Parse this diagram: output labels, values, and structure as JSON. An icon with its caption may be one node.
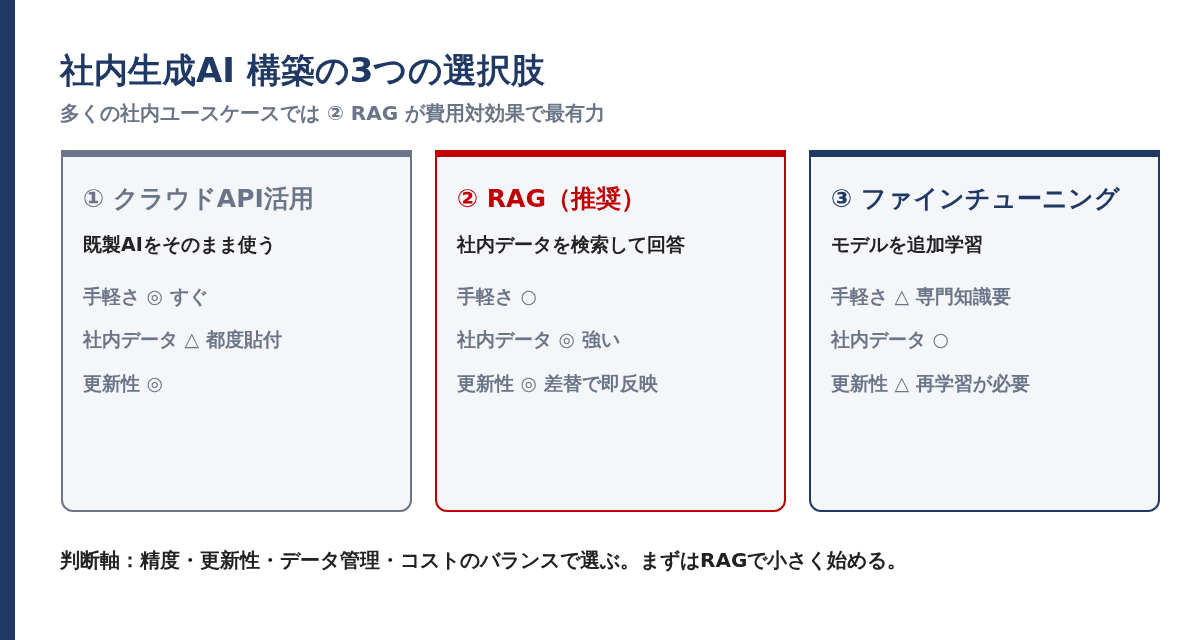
{
  "diagram": {
    "title": "社内生成AI 構築の3つの選択肢",
    "nodes": [
      {
        "text": [
          "① クラウドAPI活用",
          "既製AIをそのまま使う",
          "手軽さ ◎ すぐ",
          "社内データ △ 都度貼付",
          "更新性 ◎"
        ]
      },
      {
        "text": [
          "② RAG（推奨）",
          "社内データを検索して回答",
          "手軽さ ○",
          "社内データ ◎ 強い",
          "更新性 ◎ 差替で即反映"
        ]
      },
      {
        "text": [
          "③ ファインチューニング",
          "モデルを追加学習",
          "手軽さ △ 専門知識要",
          "社内データ ○",
          "更新性 △ 再学習が必要"
        ]
      }
    ],
    "labels": [
      "多くの社内ユースケースでは ② RAG が費用対効果で最有力"
    ],
    "caption": "判断軸：精度・更新性・データ管理・コストのバランスで選ぶ。まずはRAGで小さく始める。"
  }
}
